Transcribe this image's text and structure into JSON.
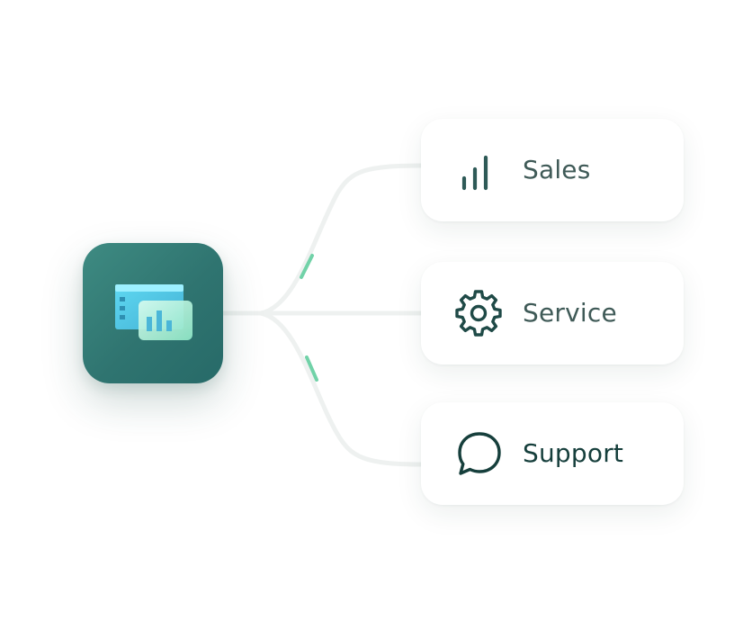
{
  "hub": {
    "icon": "dashboard-chart-icon"
  },
  "branches": [
    {
      "id": "sales",
      "label": "Sales",
      "icon": "bar-chart-icon"
    },
    {
      "id": "service",
      "label": "Service",
      "icon": "gear-icon"
    },
    {
      "id": "support",
      "label": "Support",
      "icon": "chat-bubble-icon"
    }
  ],
  "colors": {
    "hub_gradient_start": "#3e8b82",
    "hub_gradient_end": "#276a68",
    "icon_stroke": "#234f4c",
    "label_text": "#3f5a57",
    "label_text_emphasis": "#163f3c",
    "connector_accent": "#6fd3a8"
  }
}
